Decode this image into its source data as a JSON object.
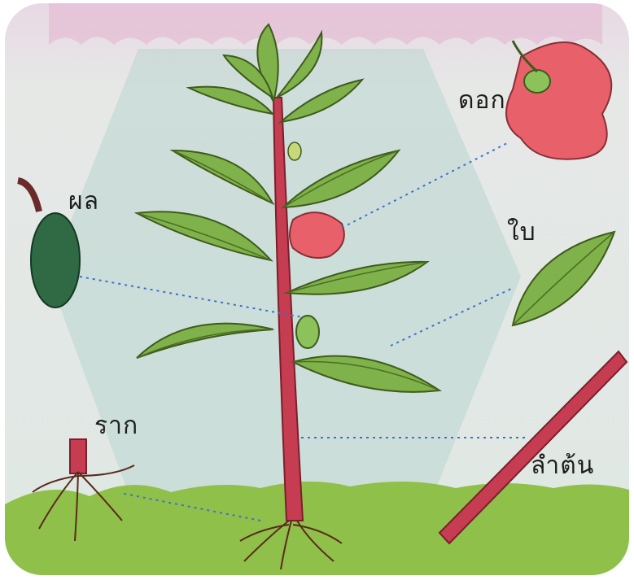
{
  "diagram": {
    "labels": {
      "flower": "ดอก",
      "fruit": "ผล",
      "leaf": "ใบ",
      "root": "ราก",
      "stem": "ลำต้น"
    },
    "colors": {
      "stem": "#c63d52",
      "leaf": "#7fb24a",
      "leaf_vein": "#4b6e22",
      "flower": "#e8606a",
      "ground": "#8fc049",
      "pointer": "#3f6fcf"
    }
  }
}
